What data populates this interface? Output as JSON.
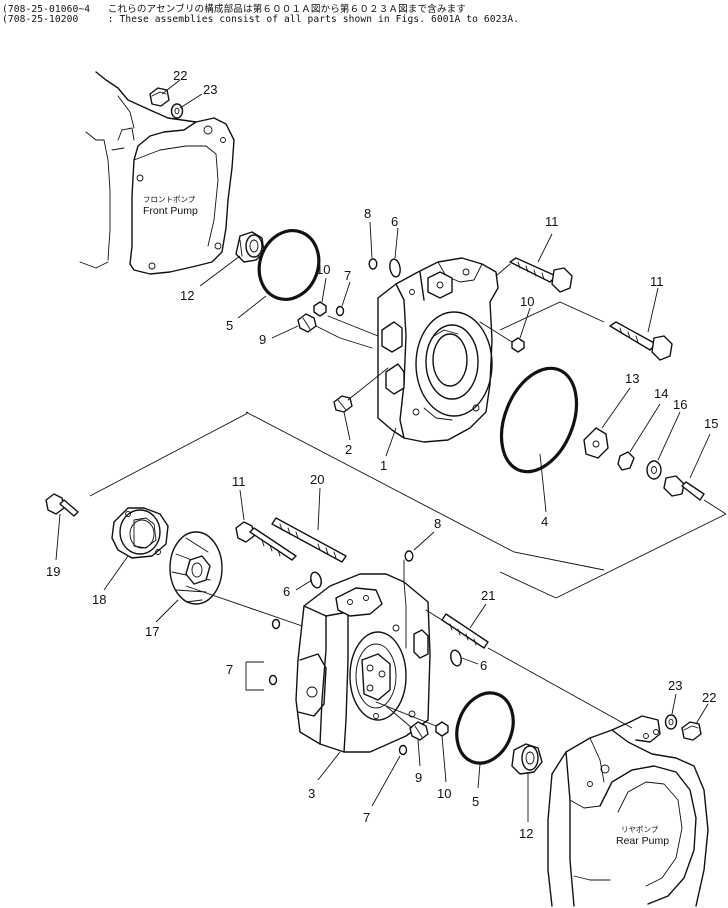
{
  "header": {
    "line1": "(708-25-01060~4   これらのアセンブリの構成部品は第６００１Ａ図から第６０２３Ａ図まで含みます",
    "line2": "(708-25-10200     : These assemblies consist of all parts shown in Figs. 6001A to 6023A."
  },
  "labels": {
    "front_pump_jp": "フロントポンプ",
    "front_pump_en": "Front Pump",
    "rear_pump_jp": "リヤポンプ",
    "rear_pump_en": "Rear Pump"
  },
  "callouts": {
    "c22a": "22",
    "c23a": "23",
    "c12a": "12",
    "c5a": "5",
    "c8a": "8",
    "c6a": "6",
    "c11a": "11",
    "c11b": "11",
    "c10a": "10",
    "c7a": "7",
    "c10b": "10",
    "c9a": "9",
    "c2": "2",
    "c1": "1",
    "c4": "4",
    "c13": "13",
    "c14": "14",
    "c16": "16",
    "c15": "15",
    "c19": "19",
    "c18": "18",
    "c17": "17",
    "c11c": "11",
    "c20": "20",
    "c8b": "8",
    "c6b": "6",
    "c21": "21",
    "c6c": "6",
    "c7b": "7",
    "c23b": "23",
    "c22b": "22",
    "c3": "3",
    "c9b": "9",
    "c10c": "10",
    "c5b": "5",
    "c12b": "12",
    "c7c": "7"
  }
}
